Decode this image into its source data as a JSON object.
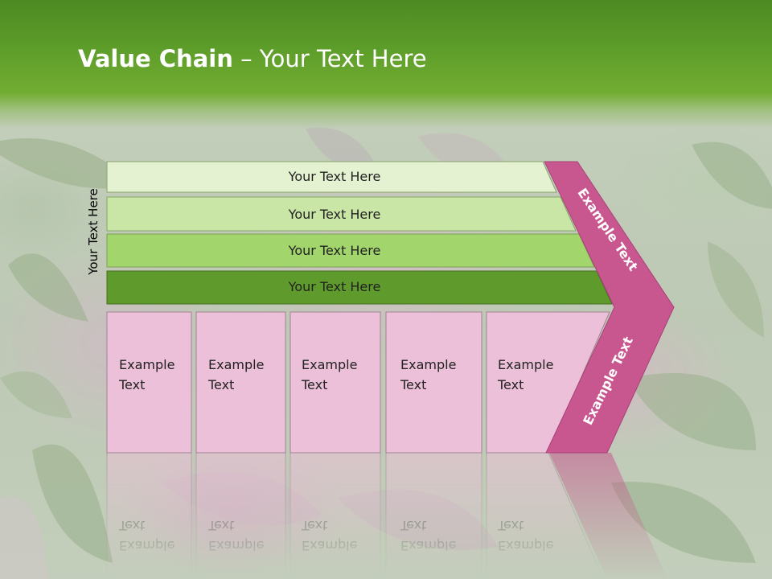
{
  "title": {
    "bold": "Value Chain",
    "regular": " – Your Text Here"
  },
  "side_label": "Your Text Here",
  "bands": [
    {
      "label": "Your Text Here"
    },
    {
      "label": "Your Text Here"
    },
    {
      "label": "Your Text Here"
    },
    {
      "label": "Your Text Here"
    }
  ],
  "columns": [
    {
      "line1": "Example",
      "line2": "Text"
    },
    {
      "line1": "Example",
      "line2": "Text"
    },
    {
      "line1": "Example",
      "line2": "Text"
    },
    {
      "line1": "Example",
      "line2": "Text"
    },
    {
      "line1": "Example",
      "line2": "Text"
    }
  ],
  "chevron": {
    "upper_label": "Example Text",
    "lower_label": "Example Text"
  },
  "colors": {
    "header_green": "#5e9e2a",
    "band_1": "#e4f2d2",
    "band_2": "#c9e6a6",
    "band_3": "#a2d56c",
    "band_4": "#5f9a2c",
    "column_pink": "#ecc0d8",
    "chevron_magenta": "#c8578f"
  }
}
